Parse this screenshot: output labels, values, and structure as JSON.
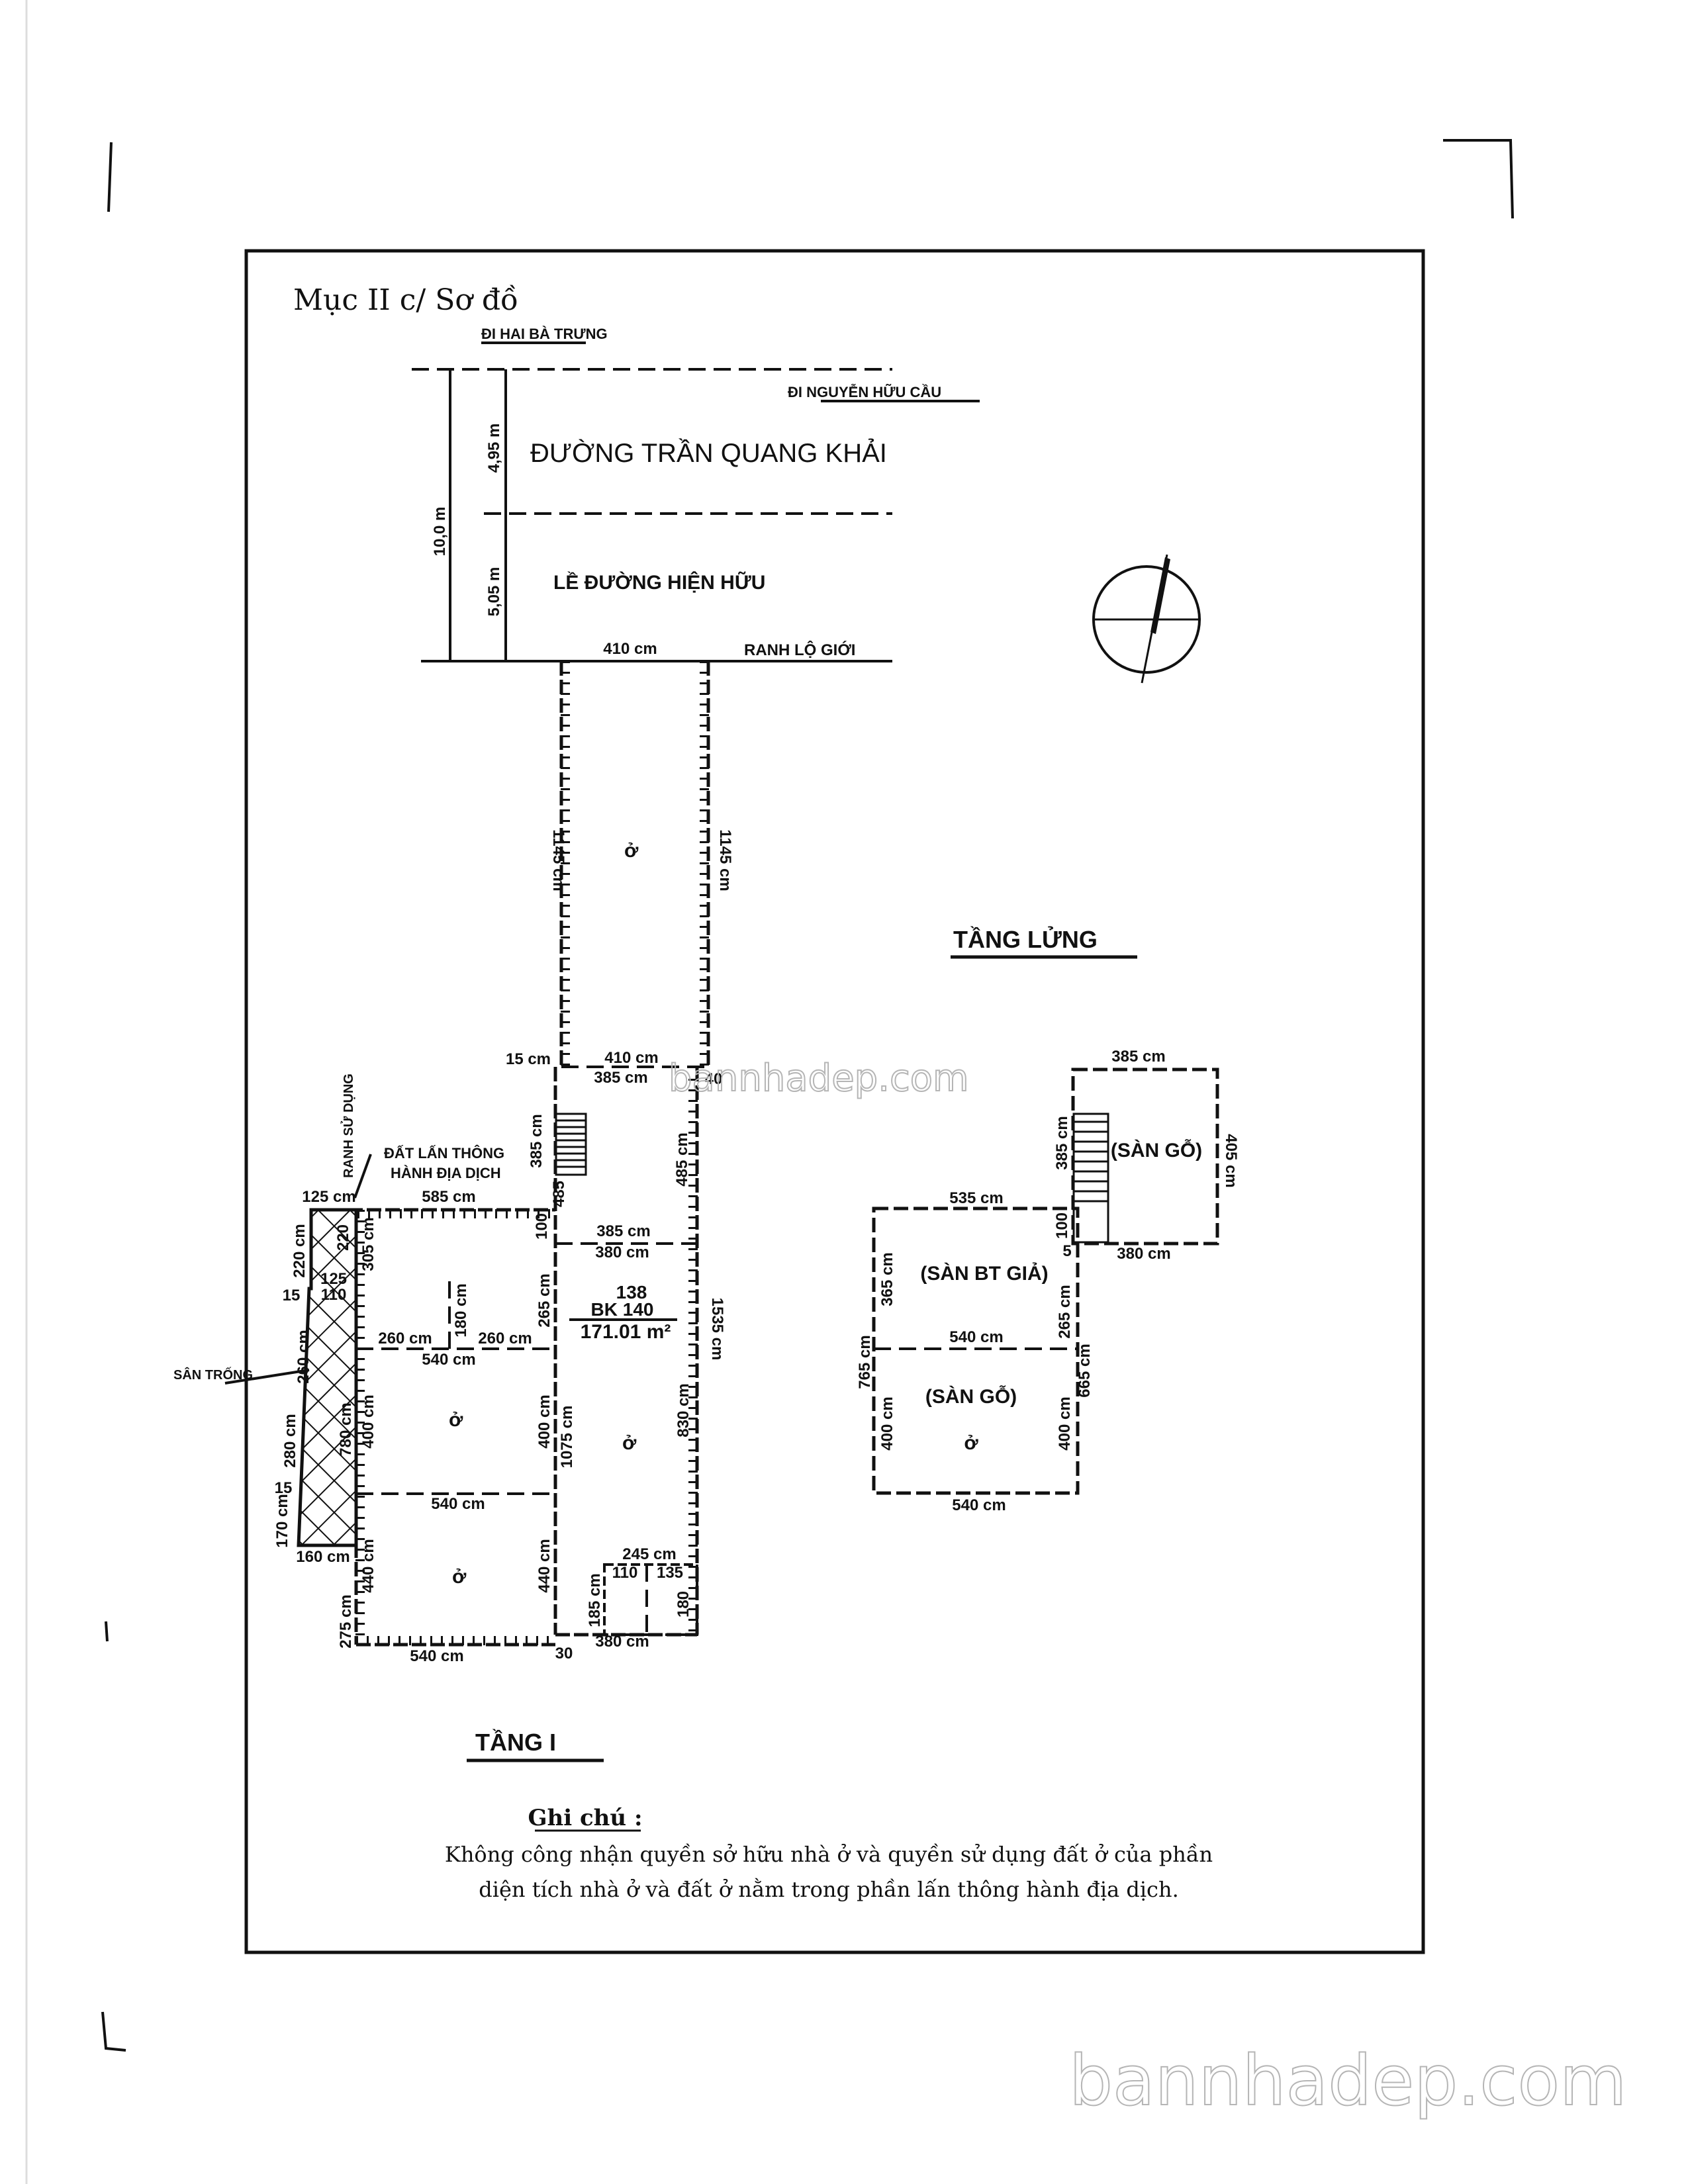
{
  "title": "Mục II c/ Sơ đồ",
  "road": {
    "to_top": "ĐI HAI BÀ TRƯNG",
    "to_right": "ĐI NGUYỄN HỮU CẦU",
    "name": "ĐƯỜNG TRẦN QUANG KHẢI",
    "sidewalk": "LỀ ĐƯỜNG HIỆN HỮU",
    "total_width": "10,0 m",
    "road_width": "4,95 m",
    "sidewalk_width": "5,05 m",
    "frontage": "410 cm",
    "boundary": "RANH LỘ GIỚI"
  },
  "floor1": {
    "label": "TẦNG I",
    "room_mark": "ở",
    "encroach_label_1": "ĐẤT LẤN THÔNG",
    "encroach_label_2": "HÀNH ĐỊA DỊCH",
    "use_boundary": "RANH SỬ DỤNG",
    "yard": "SÂN TRỐNG",
    "area_no": "138",
    "area_bk": "BK 140",
    "area_value": "171.01 m²",
    "dims": [
      "1145 cm",
      "1145 cm",
      "15 cm",
      "410 cm",
      "385 cm",
      "40",
      "385 cm",
      "485 cm",
      "485",
      "125 cm",
      "585 cm",
      "100",
      "385 cm",
      "380 cm",
      "220 cm",
      "220",
      "15",
      "125",
      "110",
      "305 cm",
      "180 cm",
      "260 cm",
      "260 cm",
      "540 cm",
      "265 cm",
      "1535 cm",
      "260 cm",
      "780 cm",
      "400 cm",
      "400 cm",
      "1075 cm",
      "830 cm",
      "280 cm",
      "15",
      "540 cm",
      "170 cm",
      "160 cm",
      "440 cm",
      "440 cm",
      "245 cm",
      "185 cm",
      "110",
      "135",
      "180",
      "275 cm",
      "540 cm",
      "30",
      "380 cm"
    ]
  },
  "mezzanine": {
    "label": "TẦNG LỬNG",
    "room_wood": "(SÀN GỖ)",
    "room_fake_concrete": "(SÀN BT GIẢ)",
    "room_mark": "ở",
    "dims": [
      "385 cm",
      "385 cm",
      "405 cm",
      "535 cm",
      "100",
      "5",
      "380 cm",
      "365 cm",
      "265 cm",
      "540 cm",
      "765 cm",
      "665 cm",
      "400 cm",
      "400 cm",
      "540 cm"
    ]
  },
  "note": {
    "heading": "Ghi chú :",
    "line1": "Không công nhận quyền sở hữu nhà ở và quyền sử dụng đất ở của phần",
    "line2": "diện tích nhà ở và đất ở nằm trong phần lấn thông hành địa dịch."
  },
  "watermark": "bannhadep.com"
}
